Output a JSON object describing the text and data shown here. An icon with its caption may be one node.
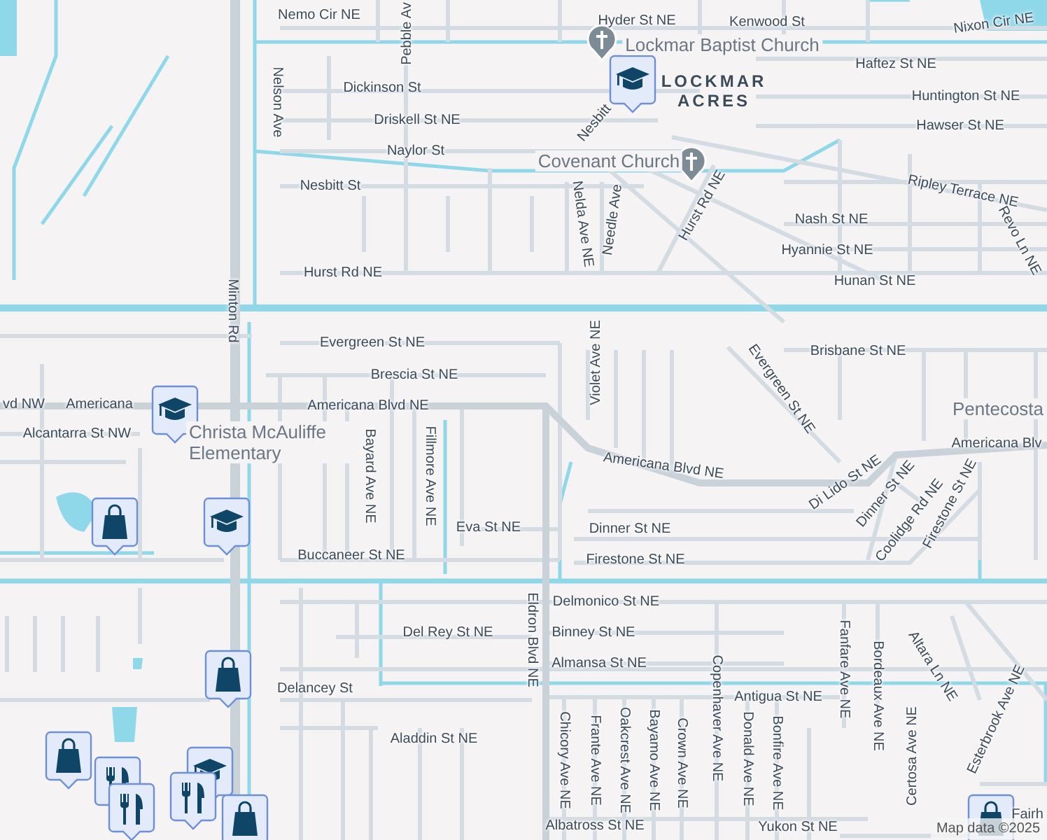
{
  "diagram": {
    "labels": [
      "Nemo Cir NE",
      "Pebble Av",
      "Hyder St NE",
      "Kenwood St",
      "Nixon Cir NE",
      "Lockmar Baptist Church",
      "Haftez St NE",
      "LOCKMAR ACRES",
      "Nelson Ave",
      "Dickinson St",
      "Driskell St NE",
      "Huntington St NE",
      "Hawser St NE",
      "Naylor St",
      "Nesbitt",
      "Covenant Church",
      "Nesbitt St",
      "Ripley Terrace NE",
      "Nelda Ave NE",
      "Needle Ave",
      "Hurst Rd NE",
      "Nash St NE",
      "Revo Ln NE",
      "Hyannie St NE",
      "Hurst Rd NE",
      "Hunan St NE",
      "Minton Rd",
      "Evergreen St NE",
      "Brescia St NE",
      "vd NW",
      "Americana",
      "Americana Blvd NE",
      "Alcantarra St NW",
      "Christa McAuliffe Elementary",
      "Bayard Ave NE",
      "Fillmore Ave NE",
      "Eva St NE",
      "Buccaneer St NE",
      "Violet Ave NE",
      "Brisbane St NE",
      "Evergreen St NE",
      "Pentecosta",
      "Americana Blvd NE",
      "Americana Blv",
      "Di Lido St NE",
      "Dinner St NE",
      "Coolidge Rd NE",
      "Firestone St NE",
      "Dinner St NE",
      "Firestone St NE",
      "Delancey St",
      "Del Rey St NE",
      "Aladdin St NE",
      "Eldron Blvd NE",
      "Delmonico St NE",
      "Binney St NE",
      "Almansa St NE",
      "Copenhaver Ave NE",
      "Antigua St NE",
      "Fanfare Ave NE",
      "Bordeaux Ave NE",
      "Altara Ln NE",
      "Chicory Ave NE",
      "Frante Ave NE",
      "Oakcrest Ave NE",
      "Bayamo Ave NE",
      "Crown Ave NE",
      "Donald Ave NE",
      "Bonfire Ave NE",
      "Certosa Ave NE",
      "Esterbrook Ave NE",
      "Albatross St NE",
      "Yukon St NE",
      "Fairh",
      "Map data ©2025"
    ]
  }
}
